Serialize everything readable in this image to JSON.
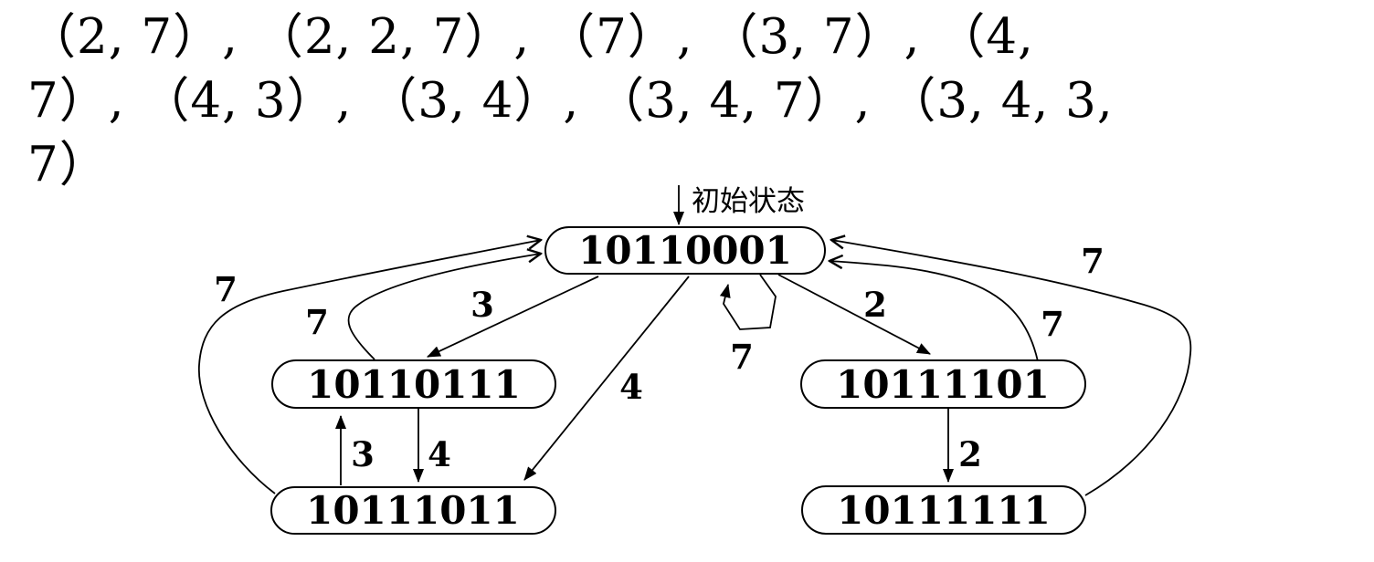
{
  "header": {
    "lines": [
      "（2, 7）, （2, 2, 7）, （7）, （3, 7）, （4,",
      "7）, （4, 3）, （3, 4）, （3, 4, 7）, （3, 4, 3,",
      "7）"
    ]
  },
  "diagram": {
    "type": "state-machine",
    "initial_state": "10110001",
    "nodes": [
      {
        "id": "s0",
        "label": "10110001"
      },
      {
        "id": "s1",
        "label": "10110111"
      },
      {
        "id": "s2",
        "label": "10111011"
      },
      {
        "id": "s3",
        "label": "10111101"
      },
      {
        "id": "s4",
        "label": "10111111"
      }
    ],
    "edges": [
      {
        "from": "start",
        "to": "10110001",
        "label": "初始状态"
      },
      {
        "from": "10110001",
        "to": "10110111",
        "label": "3"
      },
      {
        "from": "10110001",
        "to": "10111011",
        "label": "4"
      },
      {
        "from": "10110001",
        "to": "10111101",
        "label": "2"
      },
      {
        "from": "10110001",
        "to": "10110001",
        "label": "7"
      },
      {
        "from": "10110111",
        "to": "10111011",
        "label": "4"
      },
      {
        "from": "10111011",
        "to": "10110111",
        "label": "3"
      },
      {
        "from": "10111101",
        "to": "10111111",
        "label": "2"
      },
      {
        "from": "10110111",
        "to": "10110001",
        "label": "7"
      },
      {
        "from": "10111011",
        "to": "10110001",
        "label": "7"
      },
      {
        "from": "10111101",
        "to": "10110001",
        "label": "7"
      },
      {
        "from": "10111111",
        "to": "10110001",
        "label": "7"
      }
    ]
  },
  "colors": {
    "ink": "#000000",
    "background": "#ffffff"
  }
}
